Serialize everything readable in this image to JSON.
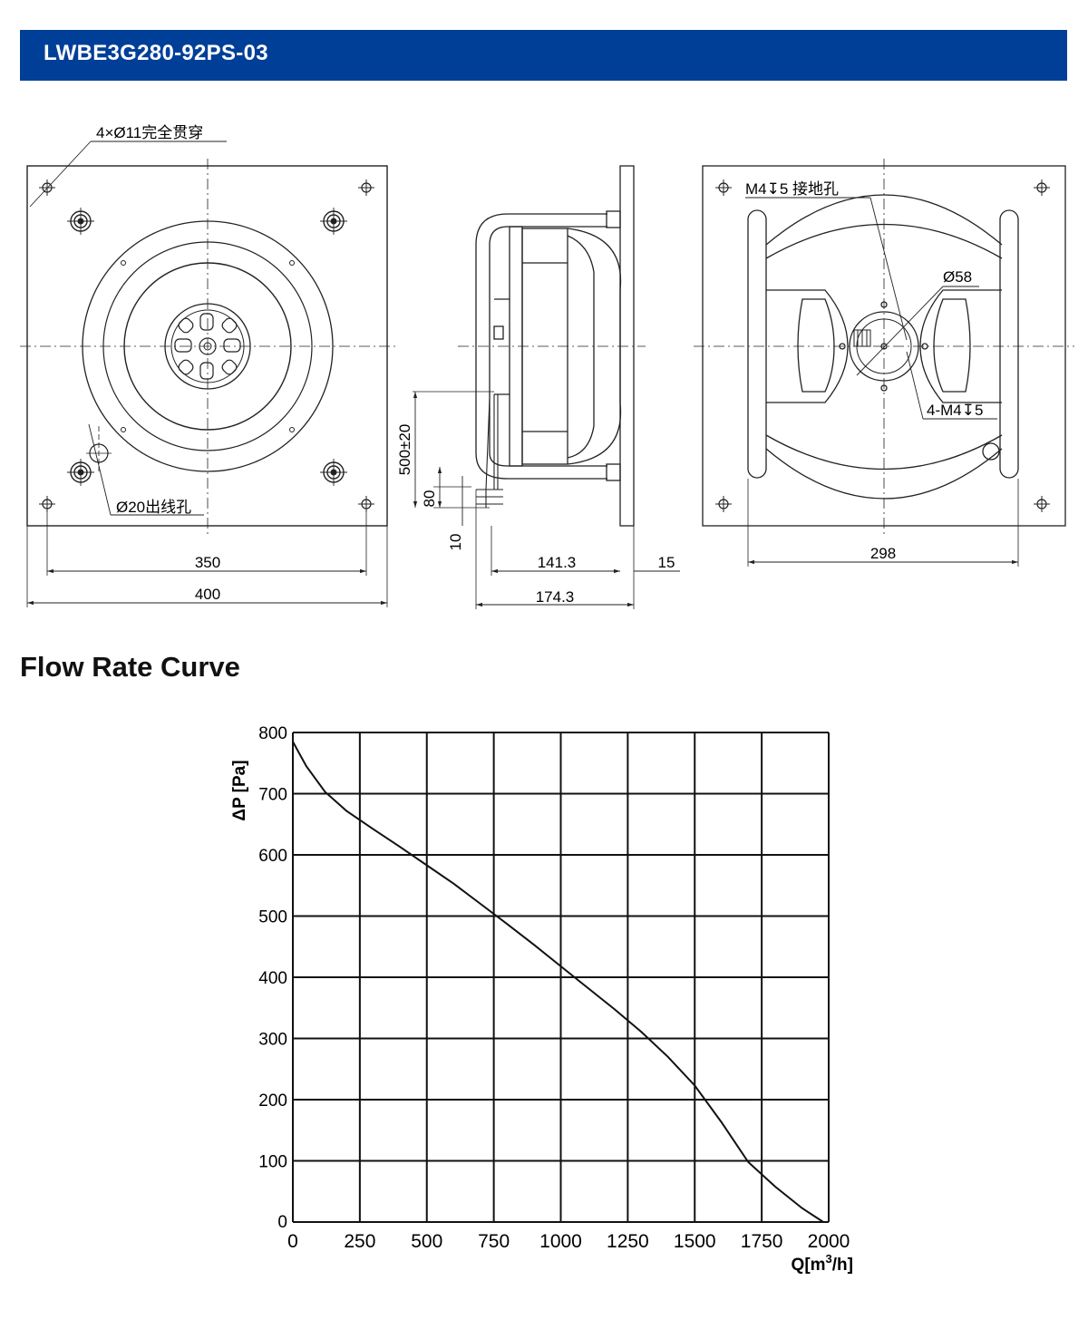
{
  "header": {
    "model": "LWBE3G280-92PS-03"
  },
  "drawing": {
    "front_view": {
      "holes_label": "4×Ø11完全贯穿",
      "cable_hole_label": "Ø20出线孔",
      "dim_inner": "350",
      "dim_outer": "400"
    },
    "side_view": {
      "dim_cable": "500±20",
      "dim_80": "80",
      "dim_10": "10",
      "dim_depth": "141.3",
      "dim_flange": "15",
      "dim_total": "174.3"
    },
    "rear_view": {
      "ground_label": "M4↧5 接地孔",
      "hub_label": "Ø58",
      "thread_label": "4-M4↧5",
      "dim_width": "298"
    }
  },
  "section": {
    "title": "Flow Rate Curve"
  },
  "chart_data": {
    "type": "line",
    "title": "",
    "xlabel": "Q[m³/h]",
    "ylabel": "ΔP [Pa]",
    "xlim": [
      0,
      2000
    ],
    "ylim": [
      0,
      800
    ],
    "xticks": [
      "0",
      "250",
      "500",
      "750",
      "1000",
      "1250",
      "1500",
      "1750",
      "2000"
    ],
    "yticks": [
      "0",
      "100",
      "200",
      "300",
      "400",
      "500",
      "600",
      "700",
      "800"
    ],
    "grid": true,
    "series": [
      {
        "x": [
          0,
          50,
          120,
          200,
          300,
          400,
          500,
          600,
          700,
          800,
          900,
          1000,
          1100,
          1200,
          1300,
          1400,
          1500,
          1600,
          1700,
          1800,
          1900,
          1980
        ],
        "y": [
          785,
          745,
          703,
          672,
          642,
          613,
          583,
          553,
          520,
          487,
          453,
          418,
          383,
          348,
          311,
          270,
          223,
          163,
          98,
          58,
          23,
          0
        ]
      }
    ]
  }
}
